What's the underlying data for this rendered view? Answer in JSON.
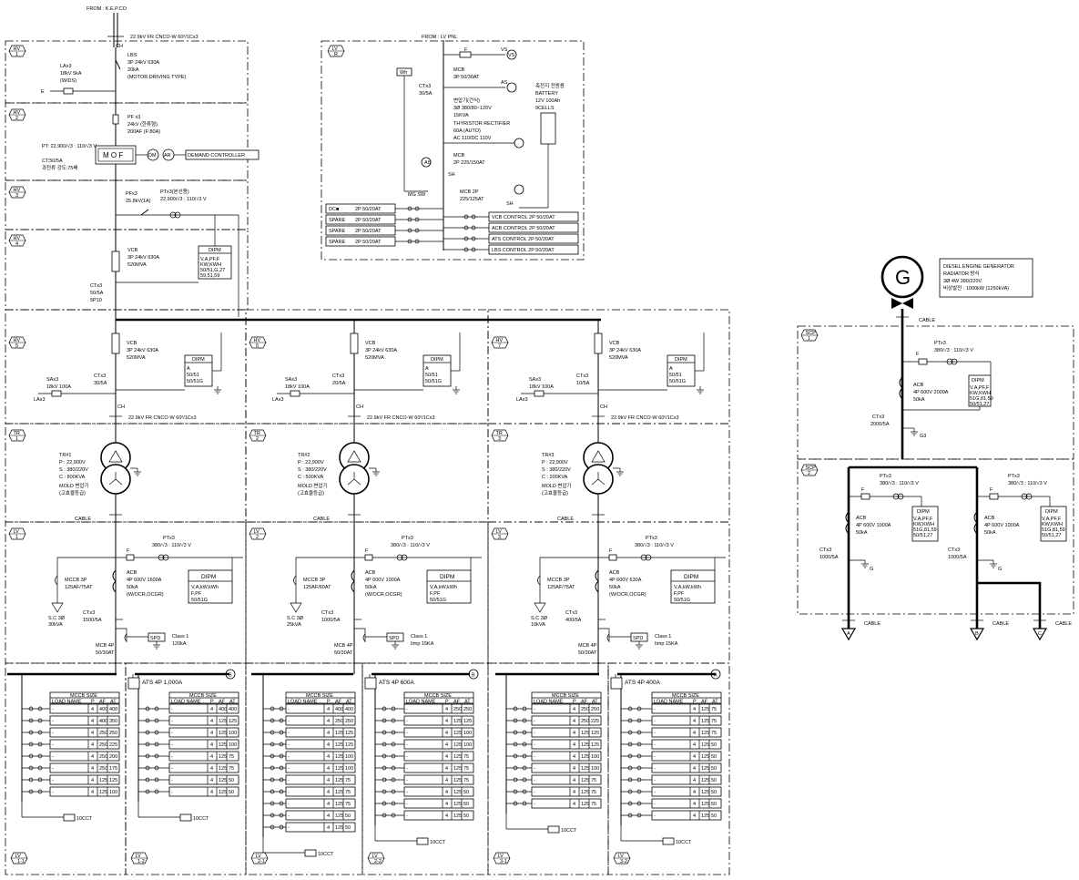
{
  "incoming": {
    "from": "FROM : K.E.P.CO",
    "cable": "22.9kV FR CNCO-W 60²/1Cx3",
    "ch": "CH"
  },
  "sections": {
    "hv1": {
      "tag": "HV",
      "no": "1",
      "lbs": [
        "LBS",
        "3P 24kV 630A",
        "20kA",
        "(MOTOR DRIVING TYPE)"
      ],
      "la": [
        "LAx3",
        "18kV 5kA",
        "(W/DS)"
      ]
    },
    "hv2": {
      "tag": "HV",
      "no": "2",
      "pf": [
        "PF x3",
        "24kV (한류형)",
        "200AF (F:80A)"
      ],
      "pt": "PT: 22,900/√3 : 110/√3 V",
      "ct": "CT:50/5A",
      "ct2": "과전류 강도:75배",
      "mof": "M O F",
      "dm": "DM",
      "ar": "AR",
      "demand": "DEMAND CONTROLLER"
    },
    "hv3": {
      "tag": "HV",
      "no": "3",
      "pf": "PFx3",
      "pfv": "25.8kV(1A)",
      "pt": "PTx3(본선용)",
      "ptv": "22,900/√3 : 110/√3 V"
    },
    "hv4": {
      "tag": "HV",
      "no": "4",
      "vcb": [
        "VCB",
        "3P 24kV 630A",
        "520MVA"
      ],
      "ct": [
        "CTx3",
        "50/5A",
        "5P10"
      ],
      "dipm": "DIPM",
      "dipm_l": [
        "V,A,PF,F",
        "KW,KWH",
        "50/51,G,27",
        "59,51,59"
      ]
    },
    "hv_feeders": [
      {
        "tag": "HV",
        "no": "5",
        "vcb": [
          "VCB",
          "3P 24kV 630A",
          "520MVA"
        ],
        "sa": [
          "SAx3",
          "18kV 100A"
        ],
        "ct": [
          "CTx3",
          "30/5A"
        ],
        "dipm": "DIPM",
        "dipm_l": [
          "A",
          "50/51",
          "50/51G"
        ],
        "cable": "22.9kV FR CNCO-W 60²/1Cx3"
      },
      {
        "tag": "HV",
        "no": "6",
        "vcb": [
          "VCB",
          "3P 24kV 630A",
          "520MVA"
        ],
        "sa": [
          "SAx3",
          "18kV 100A"
        ],
        "ct": [
          "CTx3",
          "20/5A"
        ],
        "dipm": "DIPM",
        "dipm_l": [
          "A",
          "50/51",
          "50/51G"
        ],
        "cable": "22.9kV FR CNCO-W 60²/1Cx3"
      },
      {
        "tag": "HV",
        "no": "7",
        "vcb": [
          "VCB",
          "3P 24kV 630A",
          "520MVA"
        ],
        "sa": [
          "SAx3",
          "18kV 100A"
        ],
        "ct": [
          "CTx3",
          "10/5A"
        ],
        "dipm": "DIPM",
        "dipm_l": [
          "A",
          "50/51",
          "50/51G"
        ],
        "cable": "22.9kV FR CNCO-W 60²/1Cx3"
      }
    ],
    "transformers": [
      {
        "tag": "TR",
        "no": "1",
        "name": "TR#1",
        "p": "P : 22,900V",
        "s": "S : 380/220V",
        "c": "C : 800KVA",
        "mold": "MOLD 변압기",
        "mold2": "(고효율등급)",
        "cable": "CABLE"
      },
      {
        "tag": "TR",
        "no": "2",
        "name": "TR#2",
        "p": "P : 22,900V",
        "s": "S : 380/220V",
        "c": "C : 500KVA",
        "mold": "MOLD 변압기",
        "mold2": "(고효율등급)",
        "cable": "CABLE"
      },
      {
        "tag": "TR",
        "no": "3",
        "name": "TR#3",
        "p": "P : 22,900V",
        "s": "S : 380/220V",
        "c": "C : 200KVA",
        "mold": "MOLD 변압기",
        "mold2": "(고효율등급)",
        "cable": "CABLE"
      }
    ],
    "lv_mains": [
      {
        "tag": "LV",
        "no": "1",
        "acb": [
          "ACB",
          "4P 600V 1600A",
          "50kA",
          "(W/OCR,OCGR)"
        ],
        "mccb": [
          "MCCB 3P",
          "125AF/75AT"
        ],
        "sc": [
          "S.C 3Ø",
          "30kVA"
        ],
        "ct": [
          "CTx3",
          "1500/5A"
        ],
        "pt": "PTx3",
        "ptv": "380/√3 : 110/√3 V",
        "dipm": "DIPM",
        "dipm_l": [
          "V,A,kW,kWh",
          "F,PF",
          "50/51G"
        ],
        "mcb": [
          "MCB 4P",
          "50/30AT"
        ],
        "spd": "SPD",
        "cls": [
          "Class 1",
          "120kA"
        ],
        "f": "F"
      },
      {
        "tag": "LV",
        "no": "2",
        "acb": [
          "ACB",
          "4P 600V 1000A",
          "50kA",
          "(W/OCR,OCGR)"
        ],
        "mccb": [
          "MCCB 3P",
          "125AF/60AT"
        ],
        "sc": [
          "S.C 3Ø",
          "25kVA"
        ],
        "ct": [
          "CTx3",
          "1000/5A"
        ],
        "pt": "PTx3",
        "ptv": "380/√3 : 110/√3 V",
        "dipm": "DIPM",
        "dipm_l": [
          "V,A,kW,kWh",
          "F,PF",
          "50/51G"
        ],
        "mcb": [
          "MCB 4P",
          "50/30AT"
        ],
        "spd": "SPD",
        "cls": [
          "Class 1",
          "Iimp 15KA"
        ],
        "f": "F"
      },
      {
        "tag": "LV",
        "no": "3",
        "acb": [
          "ACB",
          "4P 600V 630A",
          "50kA",
          "(W/OCR,OCGR)"
        ],
        "mccb": [
          "MCCB 3P",
          "125AF/75AT"
        ],
        "sc": [
          "S.C 3Ø",
          "10kVA"
        ],
        "ct": [
          "CTx3",
          "400/5A"
        ],
        "pt": "PTx3",
        "ptv": "380/√3 : 110/√3 V",
        "dipm": "DIPM",
        "dipm_l": [
          "V,A,kW,kWh",
          "F,PF",
          "50/51G"
        ],
        "mcb": [
          "MCB 4P",
          "50/30AT"
        ],
        "spd": "SPD",
        "cls": [
          "Class 1",
          "Iimp 15KA"
        ],
        "f": "F"
      }
    ],
    "lv_dist": [
      {
        "tag": "LV",
        "no": "1-1",
        "ats": "",
        "hdr": [
          "MCCB SIZE",
          "LOAD NAME",
          "P",
          "AF",
          "AT"
        ],
        "rows": [
          [
            "-",
            "4",
            "400",
            "400"
          ],
          [
            "-",
            "4",
            "400",
            "350"
          ],
          [
            "-",
            "4",
            "250",
            "250"
          ],
          [
            "-",
            "4",
            "250",
            "225"
          ],
          [
            "-",
            "4",
            "250",
            "200"
          ],
          [
            "-",
            "4",
            "250",
            "175"
          ],
          [
            "-",
            "4",
            "125",
            "125"
          ],
          [
            "-",
            "4",
            "125",
            "100"
          ]
        ],
        "cct": "10CCT"
      },
      {
        "tag": "LV",
        "no": "1-2",
        "ats": "ATS 4P 1,000A",
        "hdr": [
          "MCCB SIZE",
          "LOAD NAME",
          "P",
          "AF",
          "AT"
        ],
        "rows": [
          [
            "-",
            "4",
            "400",
            "400"
          ],
          [
            "-",
            "4",
            "125",
            "125"
          ],
          [
            "-",
            "4",
            "125",
            "100"
          ],
          [
            "-",
            "4",
            "125",
            "100"
          ],
          [
            "-",
            "4",
            "125",
            "75"
          ],
          [
            "-",
            "4",
            "125",
            "75"
          ],
          [
            "-",
            "4",
            "125",
            "50"
          ],
          [
            "-",
            "4",
            "125",
            "50"
          ]
        ],
        "cct": "10CCT"
      },
      {
        "tag": "LV",
        "no": "2-1",
        "ats": "",
        "hdr": [
          "MCCB SIZE",
          "LOAD NAME",
          "P",
          "AF",
          "AT"
        ],
        "rows": [
          [
            "-",
            "4",
            "400",
            "400"
          ],
          [
            "-",
            "4",
            "250",
            "250"
          ],
          [
            "-",
            "4",
            "125",
            "125"
          ],
          [
            "-",
            "4",
            "125",
            "125"
          ],
          [
            "-",
            "4",
            "125",
            "100"
          ],
          [
            "-",
            "4",
            "125",
            "100"
          ],
          [
            "-",
            "4",
            "125",
            "75"
          ],
          [
            "-",
            "4",
            "125",
            "75"
          ],
          [
            "-",
            "4",
            "125",
            "75"
          ],
          [
            "-",
            "4",
            "125",
            "50"
          ],
          [
            "-",
            "4",
            "125",
            "50"
          ]
        ],
        "cct": "10CCT"
      },
      {
        "tag": "LV",
        "no": "2-2",
        "ats": "ATS 4P 600A",
        "hdr": [
          "MCCB SIZE",
          "LOAD NAME",
          "P",
          "AF",
          "AT"
        ],
        "rows": [
          [
            "-",
            "4",
            "250",
            "250"
          ],
          [
            "-",
            "4",
            "125",
            "125"
          ],
          [
            "-",
            "4",
            "125",
            "100"
          ],
          [
            "-",
            "4",
            "125",
            "100"
          ],
          [
            "-",
            "4",
            "125",
            "75"
          ],
          [
            "-",
            "4",
            "125",
            "75"
          ],
          [
            "-",
            "4",
            "125",
            "75"
          ],
          [
            "-",
            "4",
            "125",
            "50"
          ],
          [
            "-",
            "4",
            "125",
            "50"
          ],
          [
            "-",
            "4",
            "125",
            "50"
          ]
        ],
        "cct": "10CCT"
      },
      {
        "tag": "LV",
        "no": "3-1",
        "ats": "",
        "hdr": [
          "MCCB SIZE",
          "LOAD NAME",
          "P",
          "AF",
          "AT"
        ],
        "rows": [
          [
            "-",
            "4",
            "250",
            "250"
          ],
          [
            "-",
            "4",
            "250",
            "225"
          ],
          [
            "-",
            "4",
            "125",
            "125"
          ],
          [
            "-",
            "4",
            "125",
            "125"
          ],
          [
            "-",
            "4",
            "125",
            "100"
          ],
          [
            "-",
            "4",
            "125",
            "100"
          ],
          [
            "-",
            "4",
            "125",
            "75"
          ],
          [
            "-",
            "4",
            "125",
            "75"
          ],
          [
            "-",
            "4",
            "125",
            "75"
          ]
        ],
        "cct": "10CCT"
      },
      {
        "tag": "LV",
        "no": "3-2",
        "ats": "ATS 4P 400A",
        "hdr": [
          "MCCB SIZE",
          "LOAD NAME",
          "P",
          "AF",
          "AT"
        ],
        "rows": [
          [
            "-",
            "4",
            "125",
            "75"
          ],
          [
            "-",
            "4",
            "125",
            "75"
          ],
          [
            "-",
            "4",
            "125",
            "75"
          ],
          [
            "-",
            "4",
            "125",
            "50"
          ],
          [
            "-",
            "4",
            "125",
            "50"
          ],
          [
            "-",
            "4",
            "125",
            "50"
          ],
          [
            "-",
            "4",
            "125",
            "50"
          ],
          [
            "-",
            "4",
            "125",
            "50"
          ],
          [
            "-",
            "4",
            "125",
            "50"
          ],
          [
            "-",
            "4",
            "125",
            "50"
          ]
        ],
        "cct": "10CCT"
      }
    ],
    "lvr": {
      "tag": "LV",
      "no": "R",
      "from": "FROM : LV PNL",
      "f": "F",
      "vs": "VS",
      "mcb1": [
        "MCB",
        "3P 50/30AT"
      ],
      "ct": [
        "CTx3",
        "30/5A"
      ],
      "as": "AS",
      "tr": [
        "변압기(건식)",
        "3Ø 380/80~120V",
        "15KVA"
      ],
      "battery": [
        "축전지 전원용",
        "BATTERY",
        "12V 100Ah",
        "9CELLS"
      ],
      "rect": [
        "THYRISTOR RECTIFIER",
        "60A (AUTO)",
        "AC 110/DC 110V"
      ],
      "mcb2": [
        "MCB",
        "2P 225/150AT"
      ],
      "sh": "SH",
      "mgsw": "MG SW",
      "mcb3": [
        "MCB 2P",
        "225/125AT"
      ],
      "sh2": "SH",
      "wh": "Wh",
      "left": [
        [
          "DC■",
          "2P 50/20AT"
        ],
        [
          "SPARE",
          "2P 50/20AT"
        ],
        [
          "SPARE",
          "2P 50/20AT"
        ],
        [
          "SPARE",
          "2P 50/20AT"
        ]
      ],
      "right": [
        "VCB CONTROL 2P 50/20AT",
        "ACB CONTROL 2P 50/20AT",
        "ATS CONTROL 2P 50/20AT",
        "LBS CONTROL 2P 50/20AT"
      ]
    },
    "gen": {
      "g": "G",
      "title": [
        "DIESEL ENGINE GENERATOR",
        "RADIATOR 방식",
        "3Ø 4W 380/220V",
        "비상발전 : 1000kW (1250kVA)"
      ],
      "cable": "CABLE"
    },
    "scp1": {
      "tag": "SCP",
      "no": "1",
      "pt": "PTx3",
      "ptv": "380/√3 : 110/√3 V",
      "f": "F",
      "acb": [
        "ACB",
        "4P 600V 2000A",
        "50kA"
      ],
      "ct": [
        "CTx3",
        "2000/5A"
      ],
      "g3": "G3",
      "dipm": "DIPM",
      "dipm_l": [
        "V,A,PF,F",
        "KW,KWH",
        "51G,81,59",
        "50/51,27"
      ]
    },
    "scp2": {
      "tag": "SCP",
      "no": "2",
      "feeders": [
        {
          "pt": "PTx3",
          "ptv": "380/√3 : 110/√3 V",
          "f": "F",
          "acb": [
            "ACB",
            "4P 600V 1000A",
            "50kA"
          ],
          "ct": [
            "CTx3",
            "1000/5A"
          ],
          "g": "G",
          "dipm": "DIPM",
          "dipm_l": [
            "V,A,PF,F",
            "KW,KWH",
            "51G,81,59",
            "50/51,27"
          ]
        },
        {
          "pt": "PTx3",
          "ptv": "380/√3 : 110/√3 V",
          "f": "F",
          "acb": [
            "ACB",
            "4P 600V 1000A",
            "50kA"
          ],
          "ct": [
            "CTx3",
            "1000/5A"
          ],
          "g": "G",
          "dipm": "DIPM",
          "dipm_l": [
            "V,A,PF,F",
            "KW,KWH",
            "51G,81,59",
            "50/51,27"
          ]
        }
      ],
      "outputs": [
        {
          "id": "A",
          "cable": "CABLE"
        },
        {
          "id": "B",
          "cable": "CABLE"
        },
        {
          "id": "C",
          "cable": "CABLE"
        }
      ]
    }
  }
}
